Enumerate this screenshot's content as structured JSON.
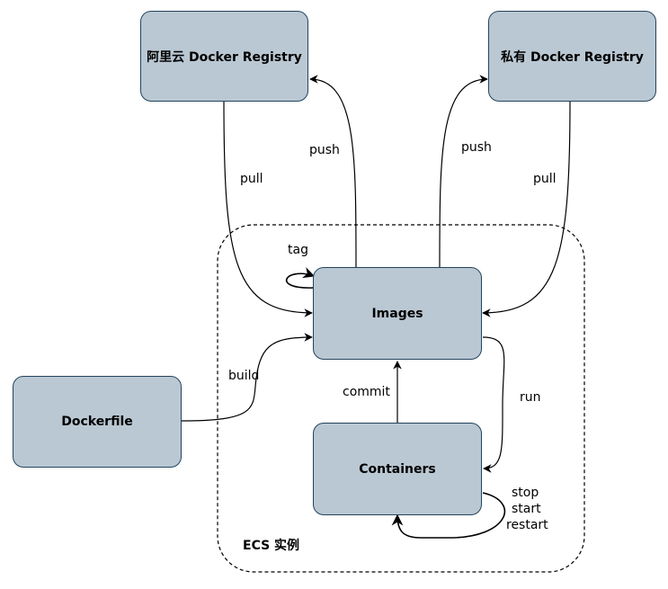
{
  "nodes": {
    "aliyun_registry": "阿里云 Docker Registry",
    "private_registry": "私有 Docker Registry",
    "images": "Images",
    "containers": "Containers",
    "dockerfile": "Dockerfile"
  },
  "group_label": "ECS 实例",
  "edge_labels": {
    "push_aliyun": "push",
    "pull_aliyun": "pull",
    "push_private": "push",
    "pull_private": "pull",
    "tag": "tag",
    "build": "build",
    "commit": "commit",
    "run": "run",
    "stop": "stop",
    "start": "start",
    "restart": "restart"
  },
  "colors": {
    "node_fill": "#bac8d3",
    "node_stroke": "#23445d",
    "line": "#000000"
  }
}
